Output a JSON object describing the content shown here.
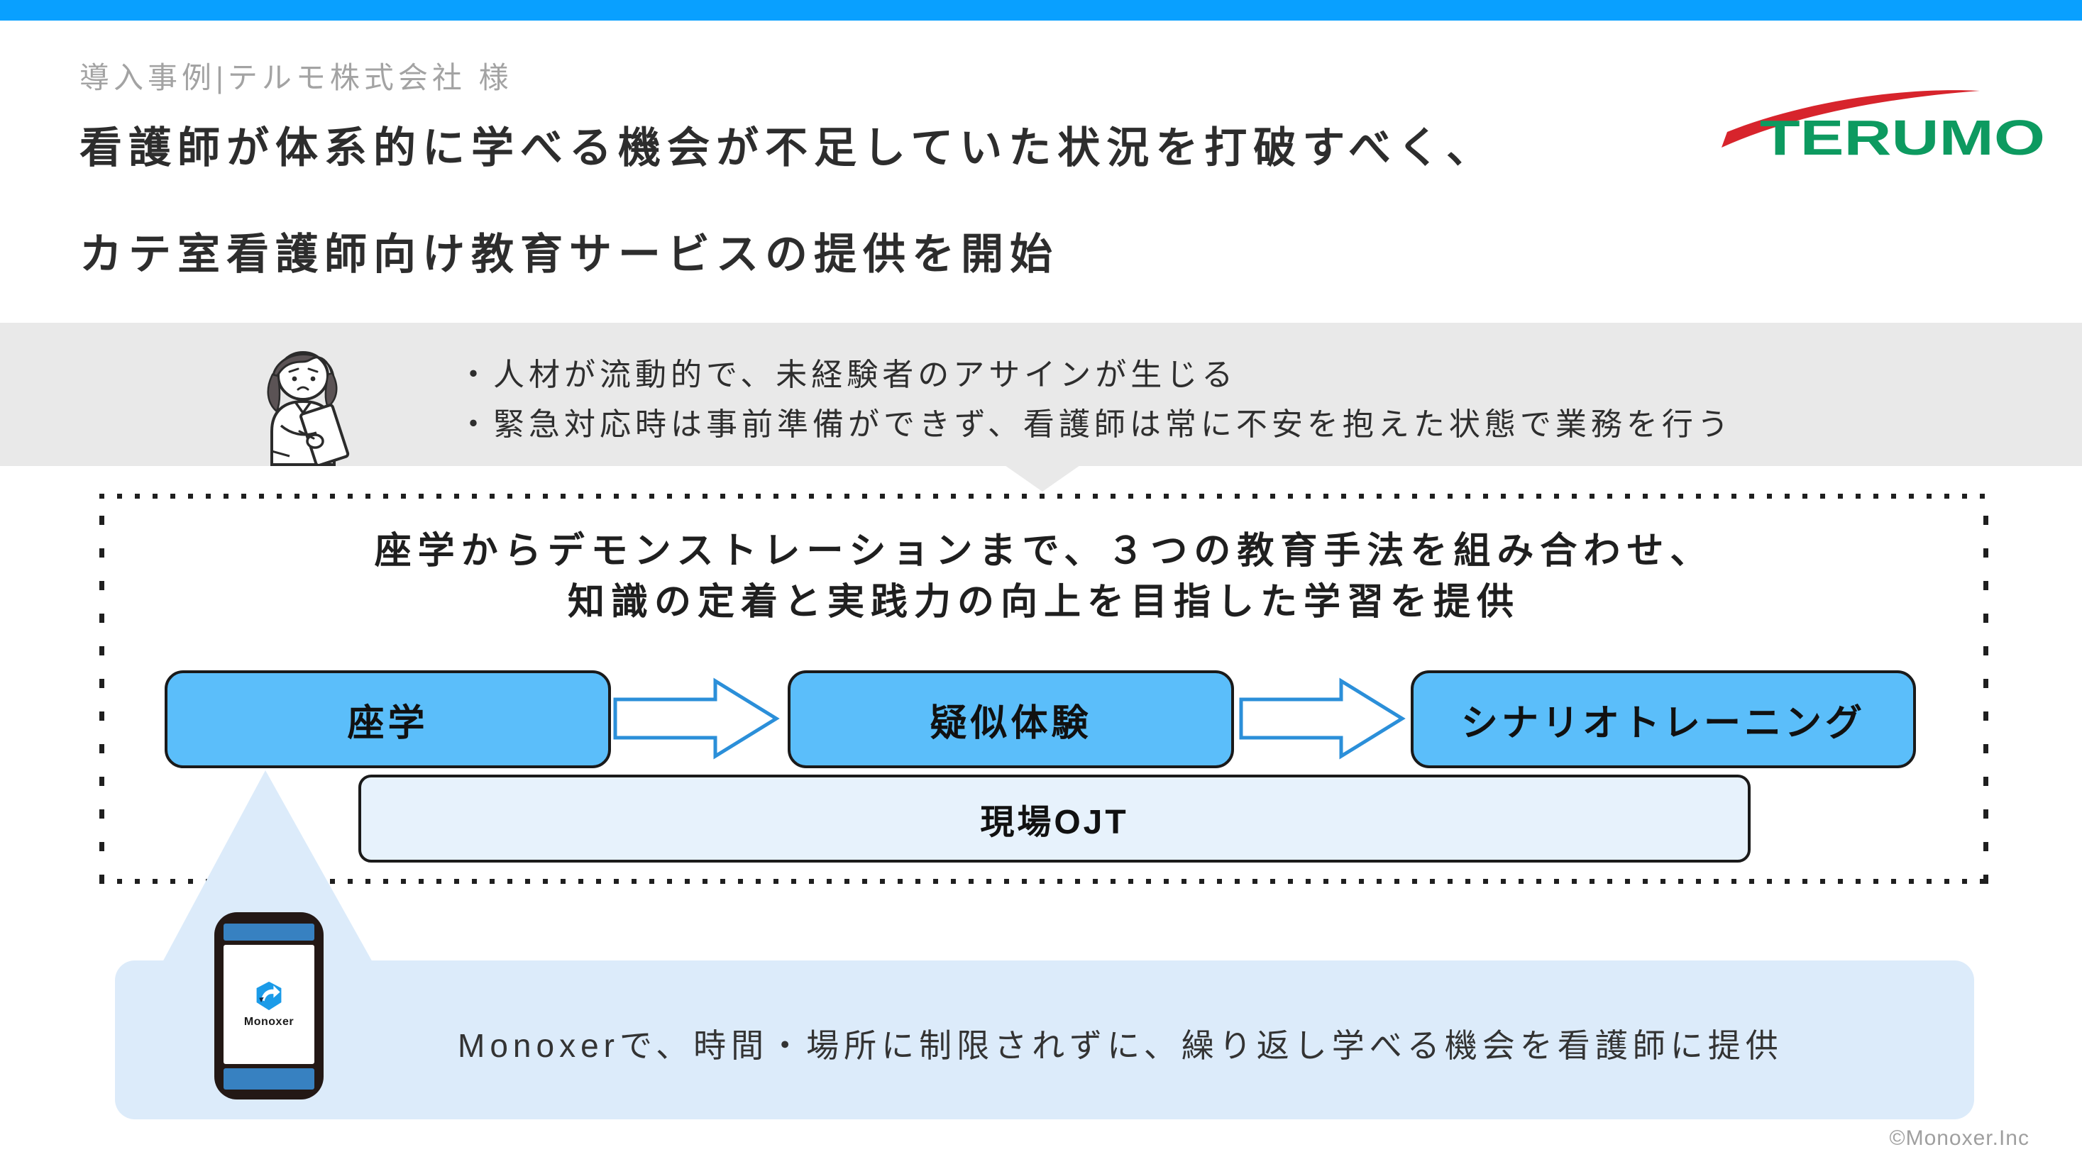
{
  "page": {
    "eyebrow": "導入事例|テルモ株式会社 様",
    "title_line1": "看護師が体系的に学べる機会が不足していた状況を打破すべく、",
    "title_line2": "カテ室看護師向け教育サービスの提供を開始",
    "copyright": "©Monoxer.Inc"
  },
  "logo": {
    "text": "TERUMO",
    "green": "#0D9A60",
    "red": "#D7242C"
  },
  "problem": {
    "bullet1": "・人材が流動的で、未経験者のアサインが生じる",
    "bullet2": "・緊急対応時は事前準備ができず、看護師は常に不安を抱えた状態で業務を行う"
  },
  "solution": {
    "headline_line1": "座学からデモンストレーションまで、３つの教育手法を組み合わせ、",
    "headline_line2": "知識の定着と実践力の向上を目指した学習を提供",
    "steps": [
      "座学",
      "疑似体験",
      "シナリオトレーニング"
    ],
    "ojt_label": "現場OJT"
  },
  "monoxer": {
    "app_name": "Monoxer",
    "description": "Monoxerで、時間・場所に制限されずに、繰り返し学べる機会を看護師に提供"
  },
  "colors": {
    "accent_bar": "#09A0FF",
    "step_box": "#5BBEFA",
    "arrow_outline": "#2B8FD9",
    "panel": "#DCEBFA",
    "band": "#E9E9E9"
  }
}
